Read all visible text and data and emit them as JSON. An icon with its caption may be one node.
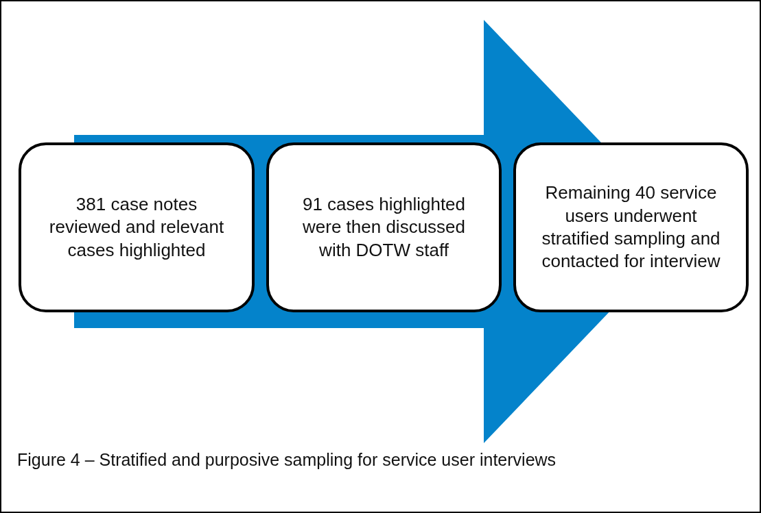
{
  "diagram": {
    "caption": "Figure 4 – Stratified and purposive sampling for service user interviews",
    "nodes": [
      {
        "text": [
          "381 case notes reviewed and relevant cases highlighted"
        ]
      },
      {
        "text": [
          "91 cases highlighted were then discussed with DOTW staff"
        ]
      },
      {
        "text": [
          "Remaining 40 service users underwent stratified sampling and contacted for interview"
        ]
      }
    ],
    "edges": [
      {
        "from": 0,
        "to": 2,
        "arrow": "to"
      }
    ]
  }
}
